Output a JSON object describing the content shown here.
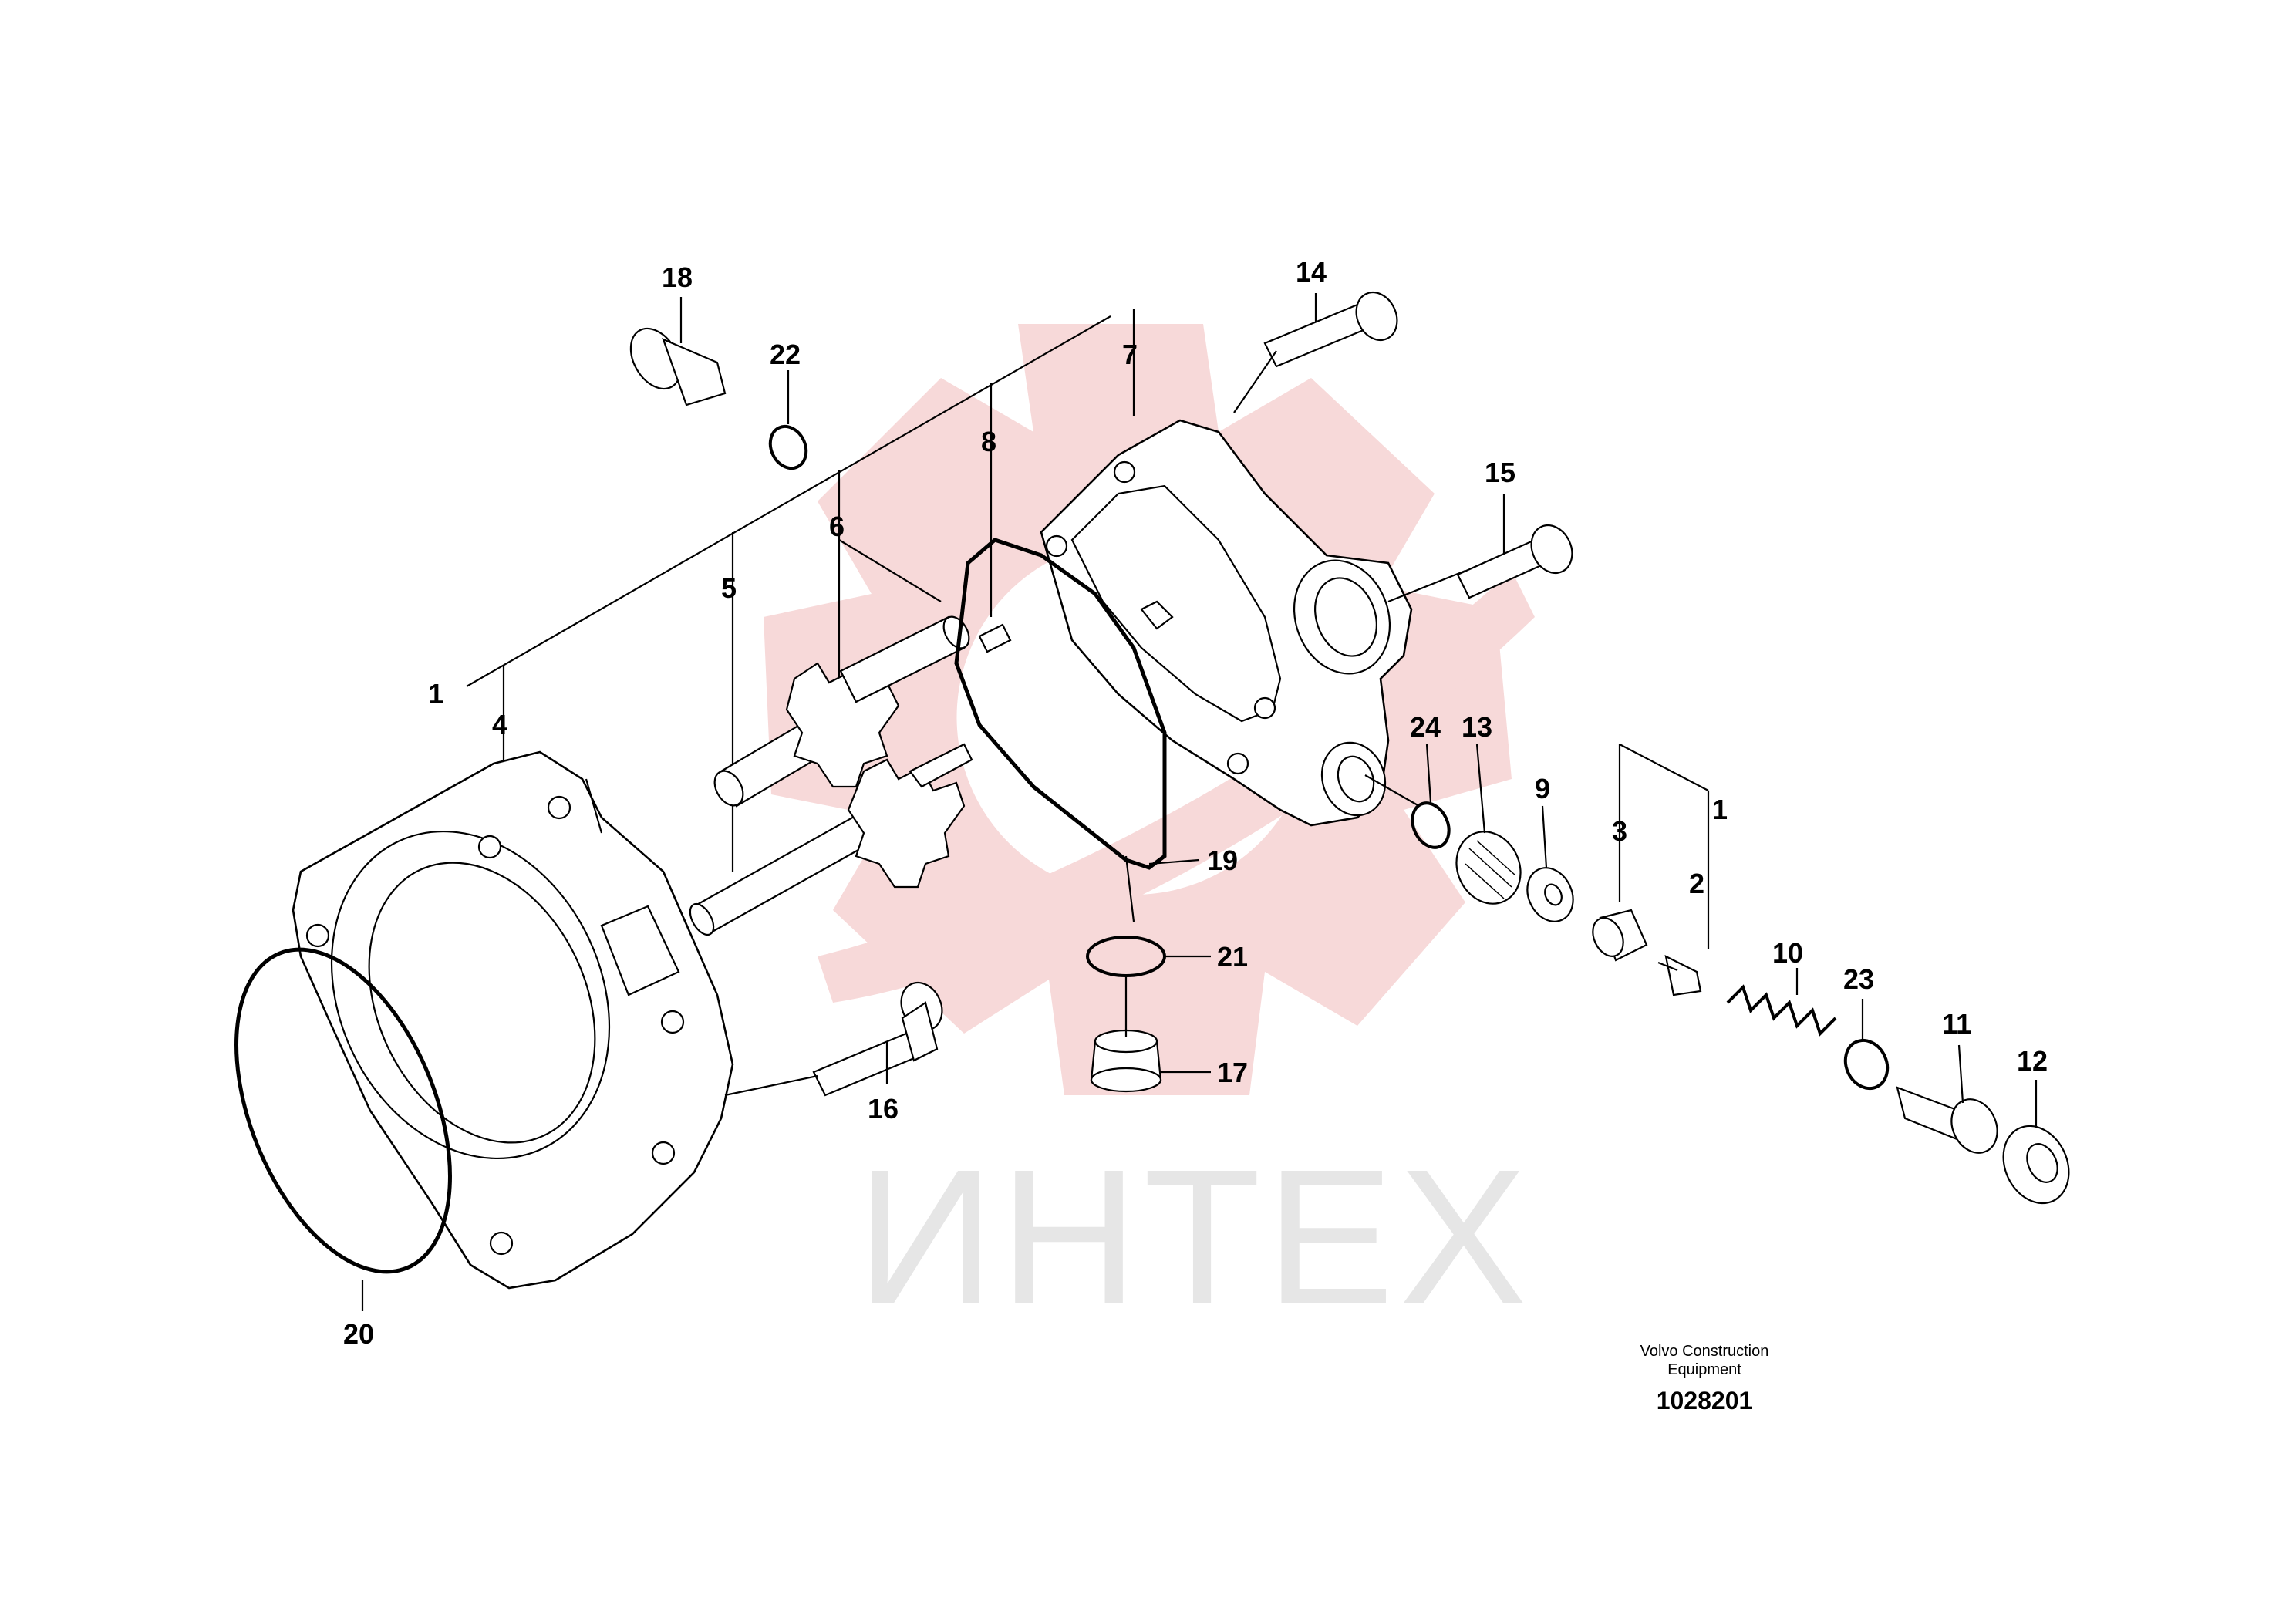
{
  "watermark": {
    "text": "ИНТЕХ",
    "gear_color": "#f7d9d9"
  },
  "labels": {
    "n1a": "1",
    "n1b": "1",
    "n2": "2",
    "n3": "3",
    "n4": "4",
    "n5": "5",
    "n6": "6",
    "n7": "7",
    "n8": "8",
    "n9": "9",
    "n10": "10",
    "n11": "11",
    "n12": "12",
    "n13": "13",
    "n14": "14",
    "n15": "15",
    "n16": "16",
    "n17": "17",
    "n18": "18",
    "n19": "19",
    "n20": "20",
    "n21": "21",
    "n22": "22",
    "n23": "23",
    "n24": "24"
  },
  "footer": {
    "line1": "Volvo Construction",
    "line2": "Equipment",
    "drawing_id": "1028201"
  }
}
